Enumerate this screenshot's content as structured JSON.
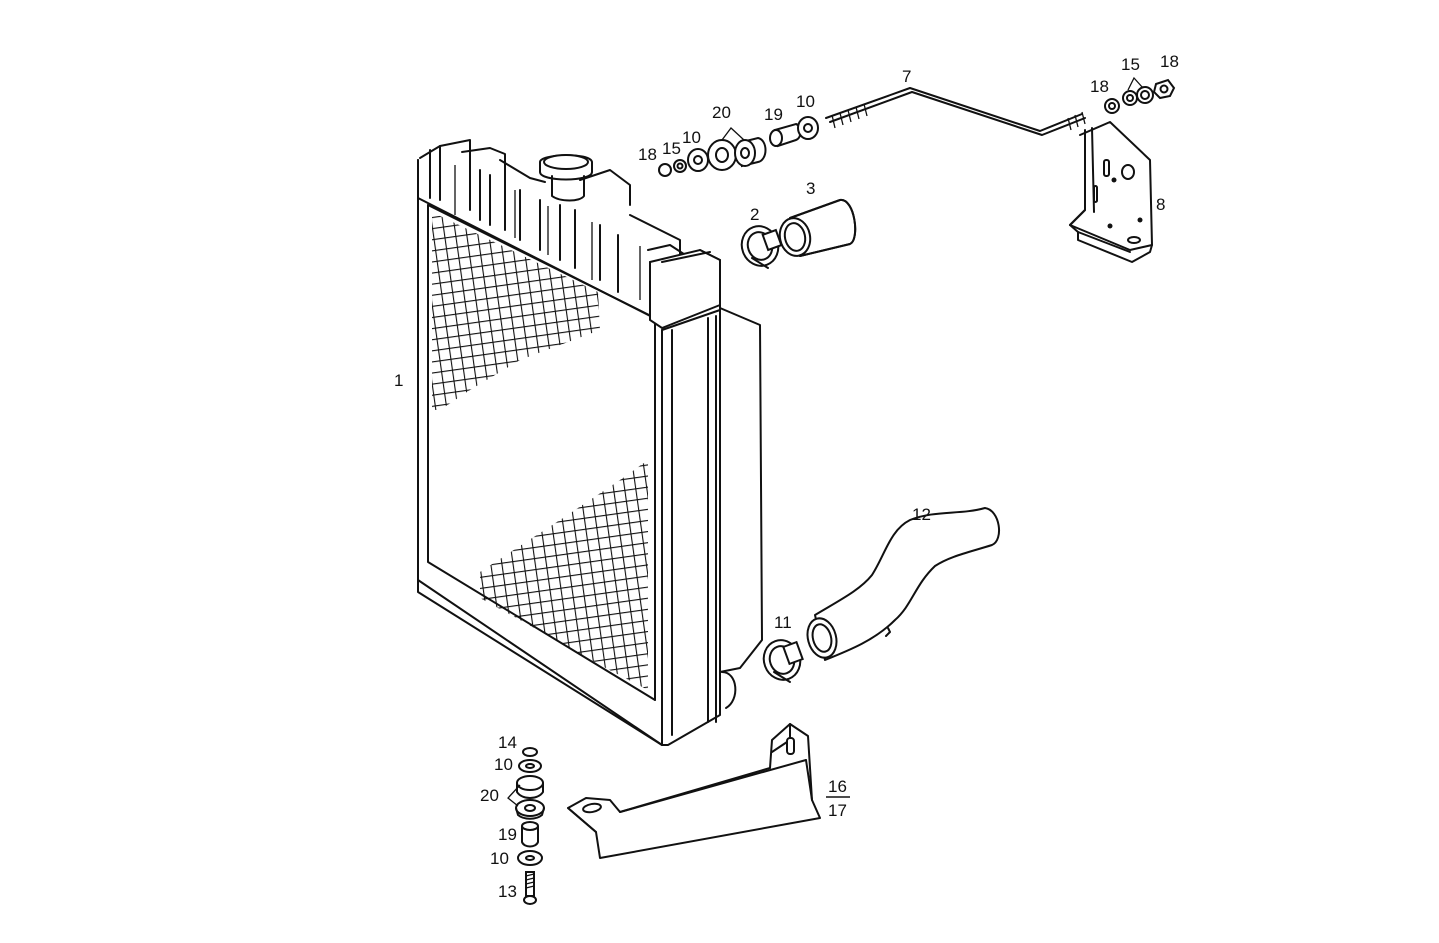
{
  "diagram": {
    "callouts": {
      "c1": "1",
      "c2": "2",
      "c3": "3",
      "c7": "7",
      "c8": "8",
      "c11": "11",
      "c12": "12",
      "c13": "13",
      "c14": "14",
      "c16": "16",
      "c17": "17",
      "top_left": {
        "c18": "18",
        "c15": "15",
        "c10a": "10",
        "c20": "20",
        "c19": "19",
        "c10b": "10"
      },
      "top_right": {
        "c18a": "18",
        "c15": "15",
        "c18b": "18"
      },
      "bottom": {
        "c10a": "10",
        "c20": "20",
        "c19": "19",
        "c10b": "10"
      }
    },
    "colors": {
      "ink": "#111111",
      "paper": "#ffffff"
    }
  }
}
